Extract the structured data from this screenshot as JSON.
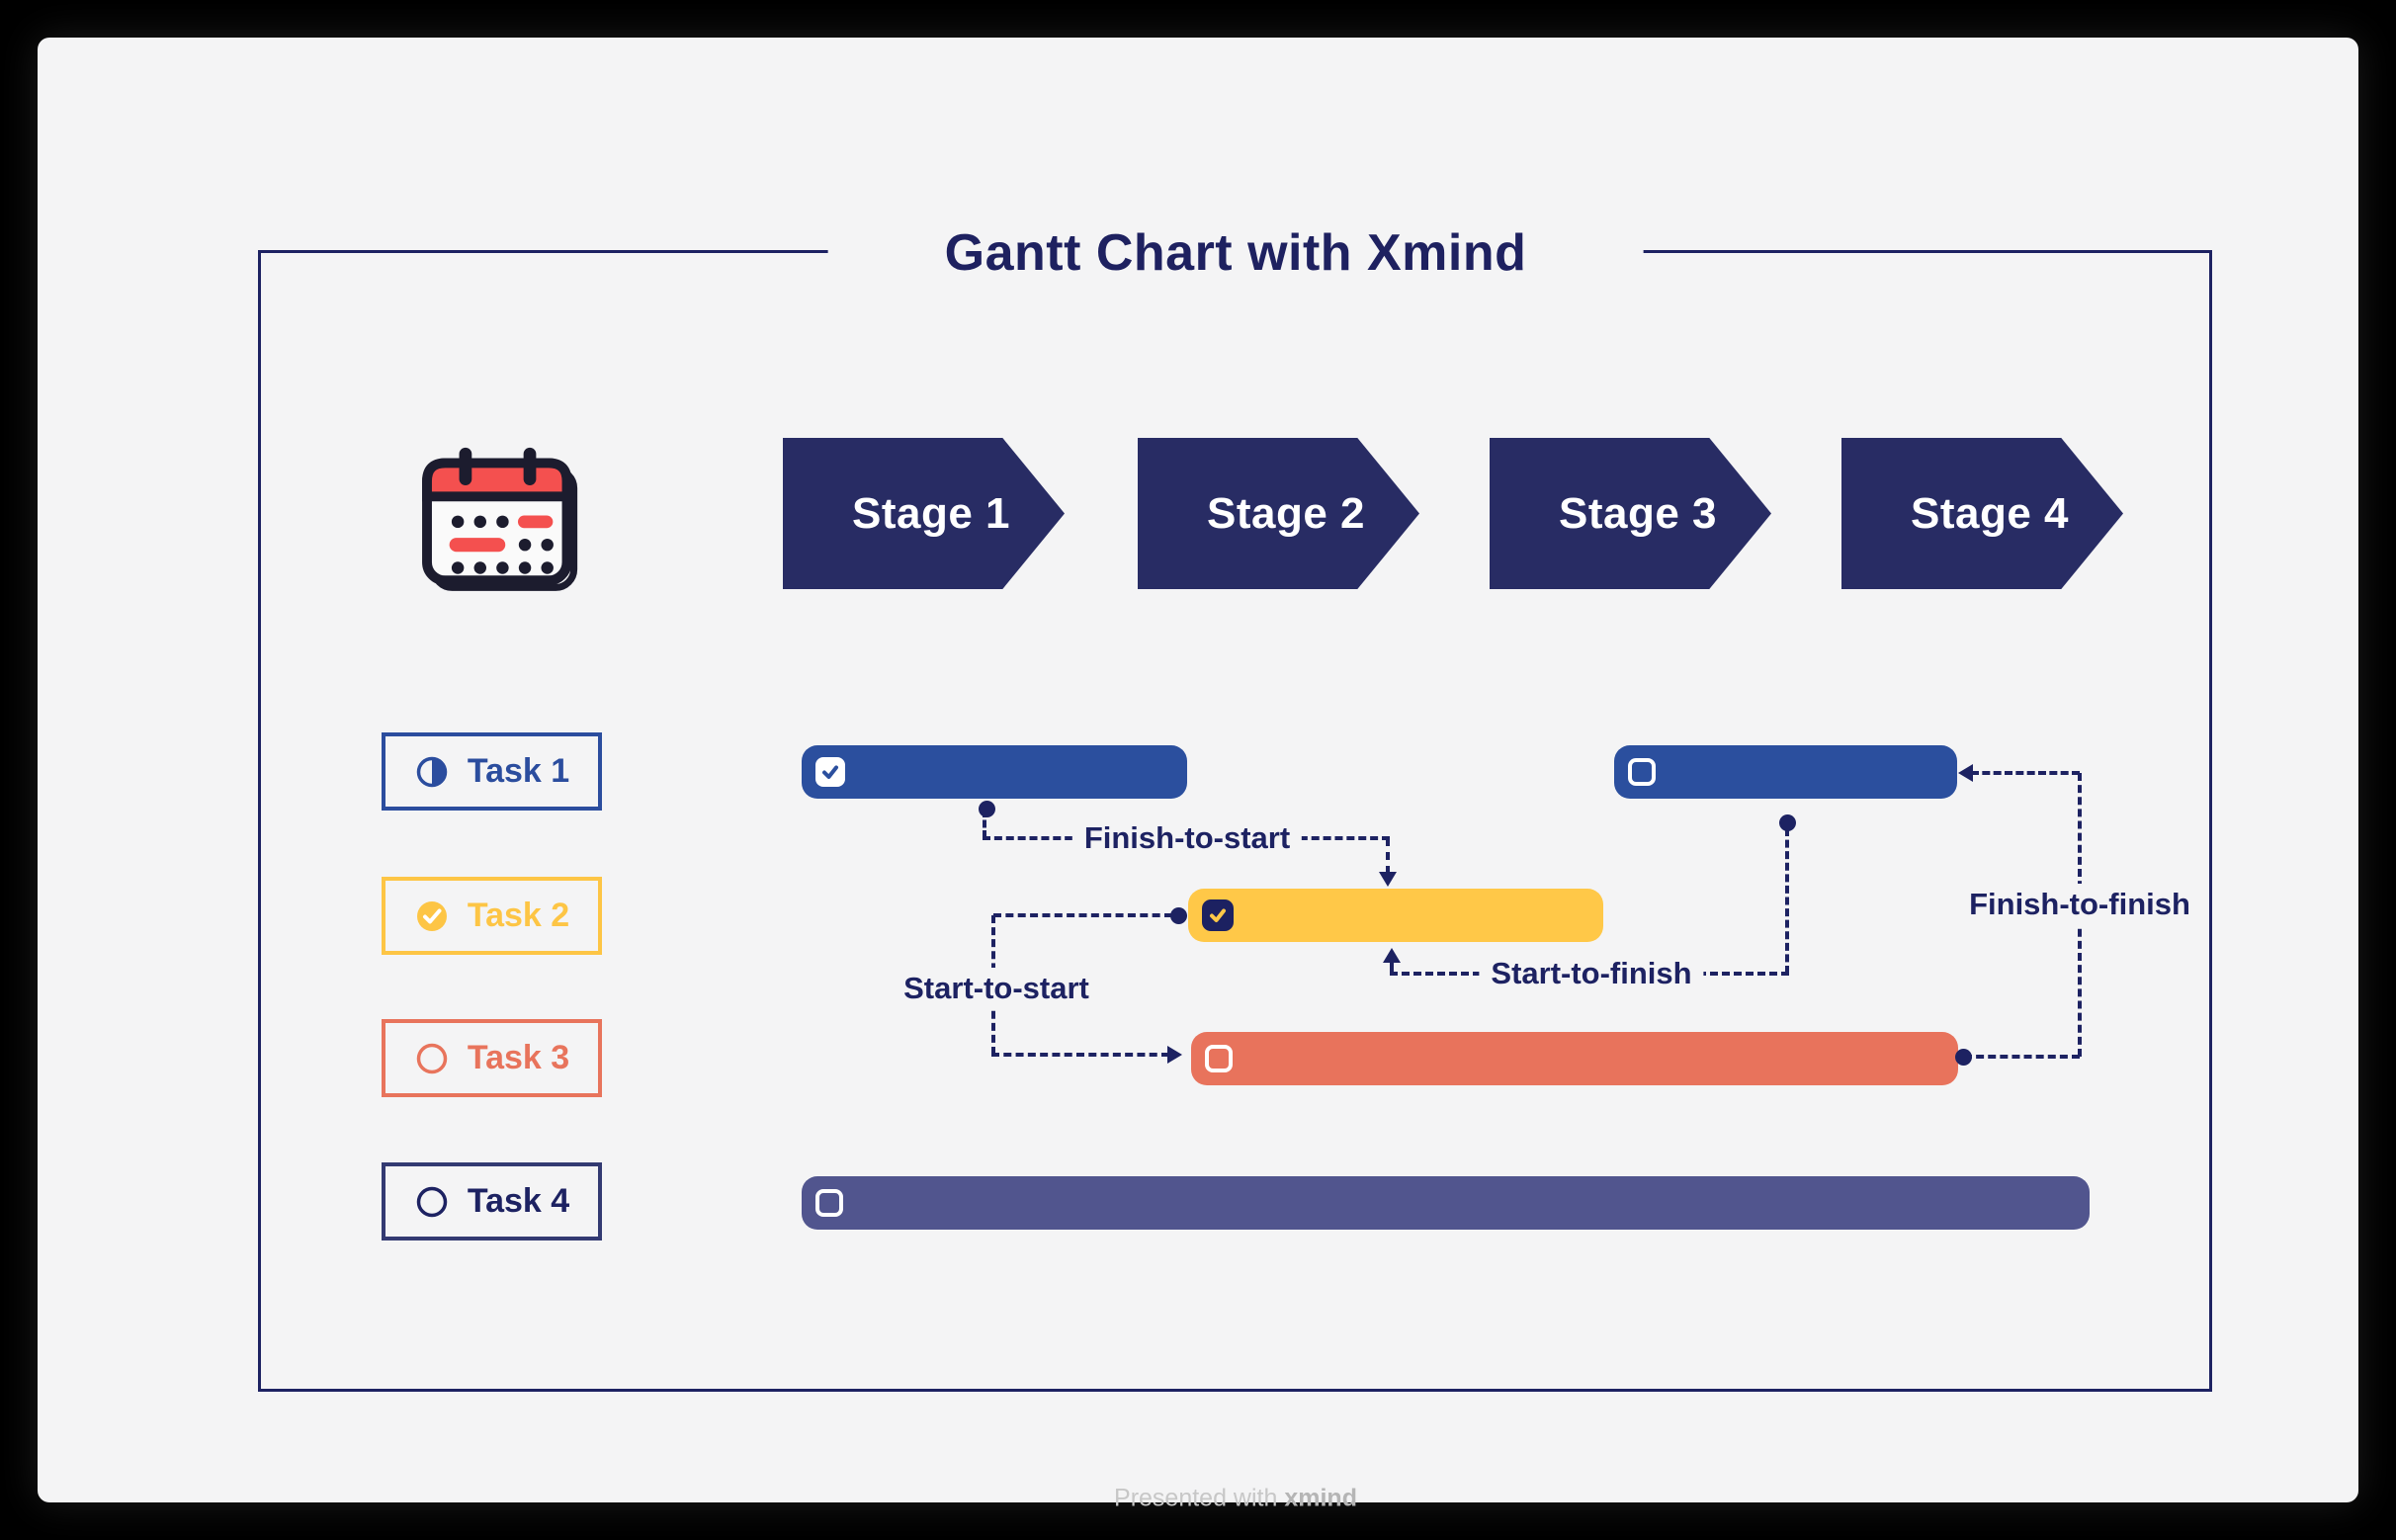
{
  "title": "Gantt Chart with Xmind",
  "stages": [
    {
      "label": "Stage 1"
    },
    {
      "label": "Stage 2"
    },
    {
      "label": "Stage 3"
    },
    {
      "label": "Stage 4"
    }
  ],
  "tasks": [
    {
      "label": "Task 1",
      "color": "#2b4d9e",
      "icon": "half-filled-circle-icon"
    },
    {
      "label": "Task 2",
      "color": "#fdc545",
      "icon": "check-circle-icon"
    },
    {
      "label": "Task 3",
      "color": "#e8745c",
      "icon": "empty-circle-icon"
    },
    {
      "label": "Task 4",
      "color": "#1d2262",
      "icon": "empty-circle-icon"
    }
  ],
  "bars": [
    {
      "task": "Task 1",
      "segment": 1,
      "stage": "Stage 1",
      "checkbox": "checked",
      "color": "#2b4f9e"
    },
    {
      "task": "Task 1",
      "segment": 2,
      "stage": "Stage 3",
      "checkbox": "empty",
      "color": "#2b4f9e"
    },
    {
      "task": "Task 2",
      "segment": 1,
      "stage": "Stage 2",
      "checkbox": "checked",
      "color": "#ffc848"
    },
    {
      "task": "Task 3",
      "segment": 1,
      "stage": "Stage 2 - Stage 3",
      "checkbox": "empty",
      "color": "#e8735c"
    },
    {
      "task": "Task 4",
      "segment": 1,
      "stage": "Stage 1 - Stage 4",
      "checkbox": "empty",
      "color": "#51558e"
    }
  ],
  "dependencies": [
    {
      "label": "Finish-to-start",
      "from": "Task 1 finish",
      "to": "Task 2 start"
    },
    {
      "label": "Start-to-start",
      "from": "Task 2 start",
      "to": "Task 3 start"
    },
    {
      "label": "Start-to-finish",
      "from": "Task 1 start",
      "to": "Task 2 finish"
    },
    {
      "label": "Finish-to-finish",
      "from": "Task 3 finish",
      "to": "Task 1 finish"
    }
  ],
  "icons": {
    "header": "calendar-icon"
  },
  "colors": {
    "background": "#000000",
    "card": "#f4f4f5",
    "navy": "#1d2262",
    "stage_navy": "#282c64",
    "blue": "#2b4f9e",
    "yellow": "#ffc848",
    "orange": "#e8735c",
    "slate": "#51558e",
    "calendar_red": "#f4504f",
    "footer_gray": "#c7c7c7"
  },
  "footer": {
    "prefix": "Presented with ",
    "brand": "xmind"
  }
}
